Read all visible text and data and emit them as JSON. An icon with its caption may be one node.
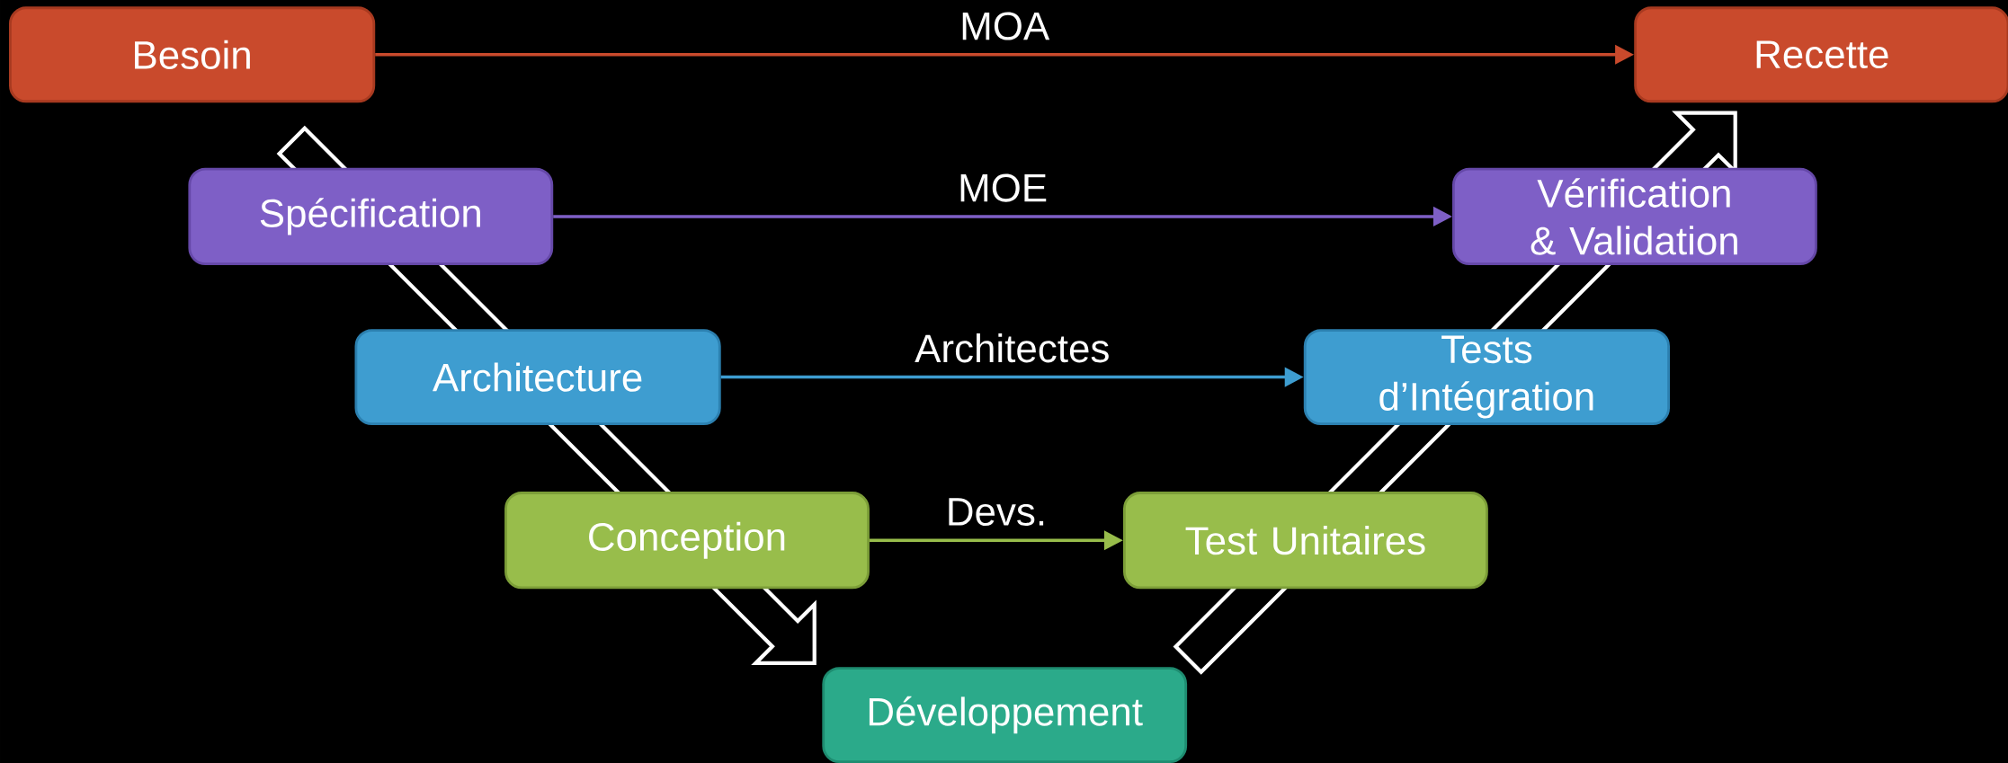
{
  "diagram": {
    "nodes": [
      {
        "text": [
          "Besoin"
        ]
      },
      {
        "text": [
          "Recette"
        ]
      },
      {
        "text": [
          "Spécification"
        ]
      },
      {
        "text": [
          "Vérification & Validation"
        ]
      },
      {
        "text": [
          "Architecture"
        ]
      },
      {
        "text": [
          "Tests d’Intégration"
        ]
      },
      {
        "text": [
          "Conception"
        ]
      },
      {
        "text": [
          "Test Unitaires"
        ]
      },
      {
        "text": [
          "Développement"
        ]
      }
    ],
    "edges": [
      {
        "from": 0,
        "to": 1,
        "arrow": "to",
        "label": "MOA",
        "color": "#c94a2c"
      },
      {
        "from": 2,
        "to": 3,
        "arrow": "to",
        "label": "MOE",
        "color": "#7e5fc6"
      },
      {
        "from": 4,
        "to": 5,
        "arrow": "to",
        "label": "Architectes",
        "color": "#3e9dd0"
      },
      {
        "from": 6,
        "to": 7,
        "arrow": "to",
        "label": "Devs.",
        "color": "#98bd4b"
      }
    ]
  }
}
